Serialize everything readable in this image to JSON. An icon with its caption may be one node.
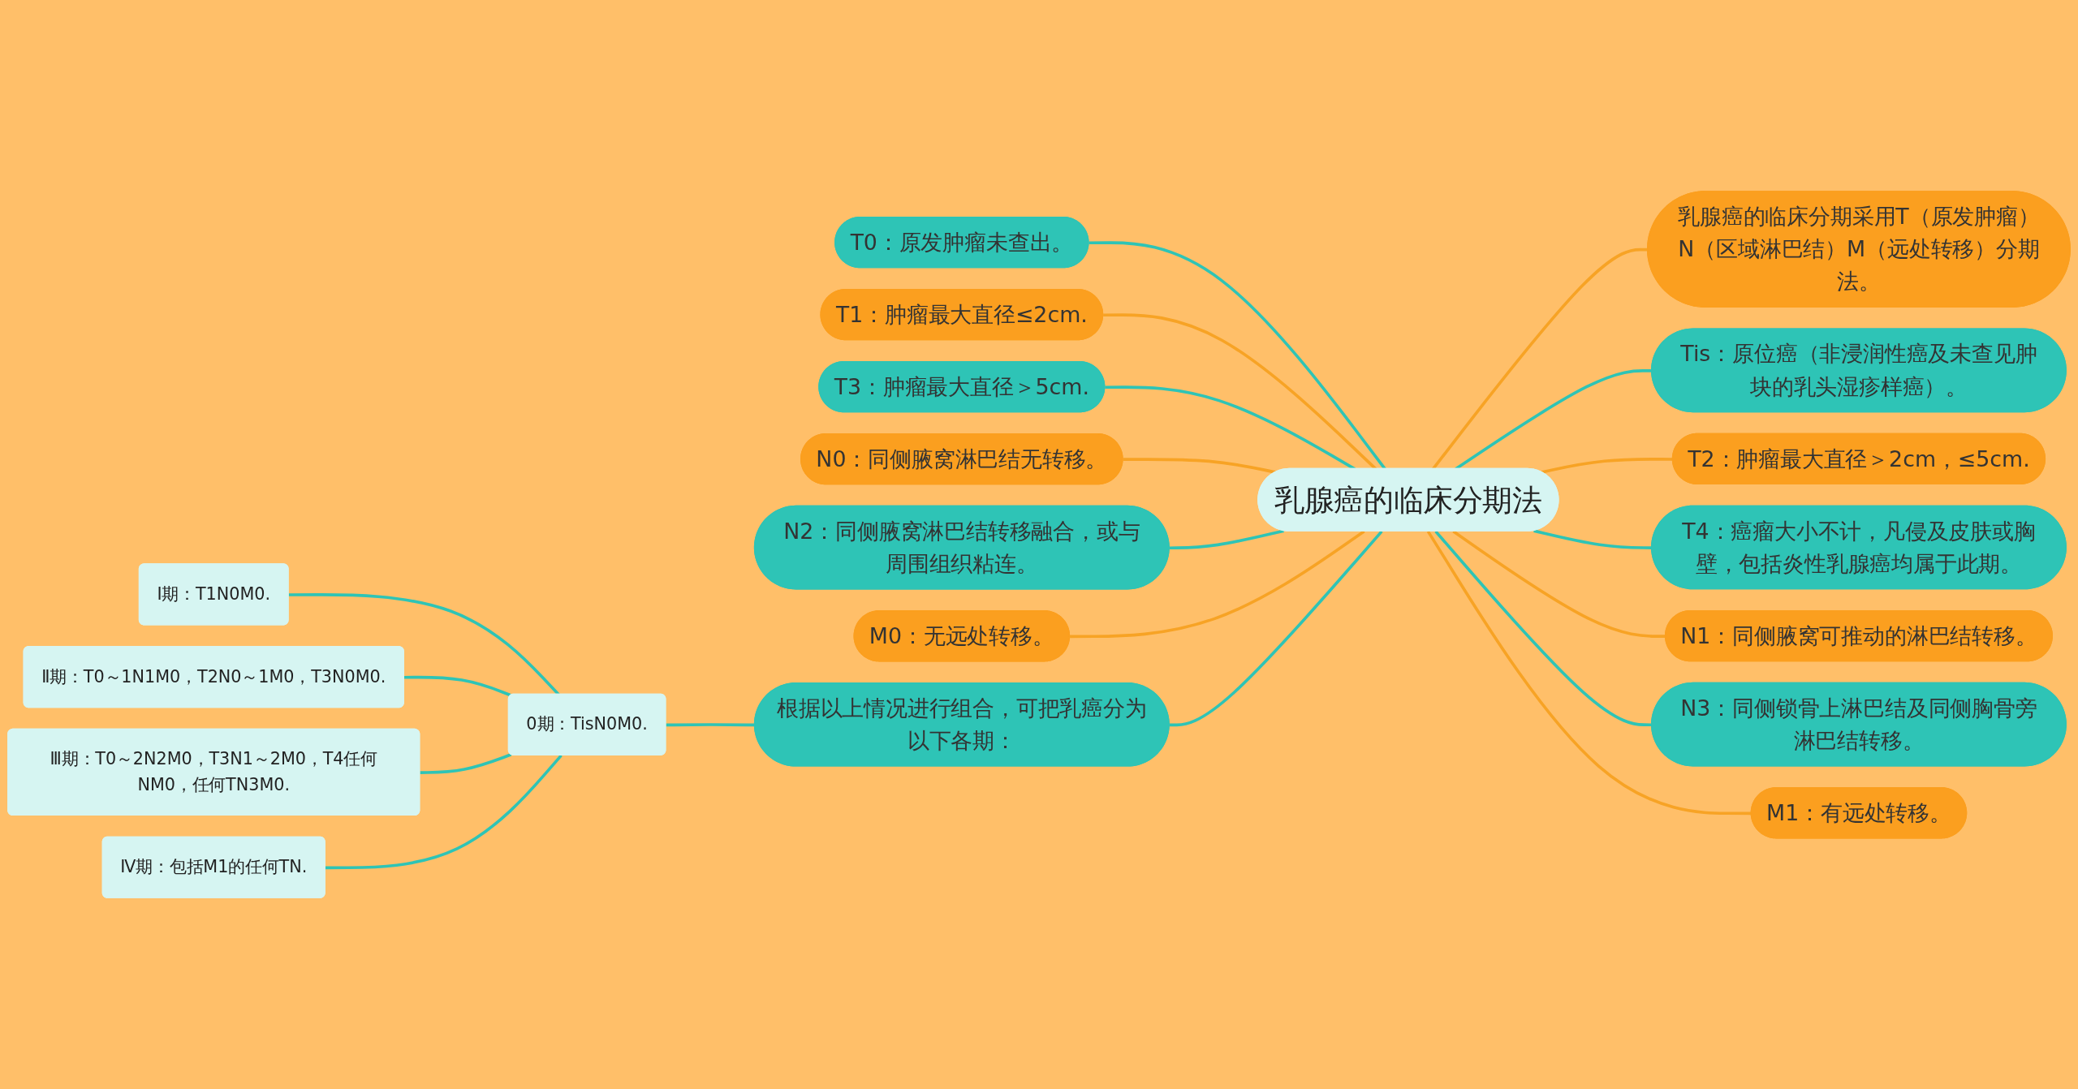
{
  "diagram": {
    "nodes": [
      {
        "text": [
          "乳腺癌的临床分期法"
        ]
      },
      {
        "text": [
          "T0：原发肿瘤未查出。"
        ]
      },
      {
        "text": [
          "T1：肿瘤最大直径≤2cm."
        ]
      },
      {
        "text": [
          "T3：肿瘤最大直径＞5cm."
        ]
      },
      {
        "text": [
          "N0：同侧腋窝淋巴结无转移。"
        ]
      },
      {
        "text": [
          "N2：同侧腋窝淋巴结转移融合，或与周围组织粘连。"
        ]
      },
      {
        "text": [
          "M0：无远处转移。"
        ]
      },
      {
        "text": [
          "根据以上情况进行组合，可把乳癌分为以下各期："
        ]
      },
      {
        "text": [
          "0期：TisN0M0."
        ]
      },
      {
        "text": [
          "Ⅰ期：T1N0M0."
        ]
      },
      {
        "text": [
          "Ⅱ期：T0～1N1M0，T2N0～1M0，T3N0M0."
        ]
      },
      {
        "text": [
          "Ⅲ期：T0～2N2M0，T3N1～2M0，T4任何NM0，任何TN3M0."
        ]
      },
      {
        "text": [
          "Ⅳ期：包括M1的任何TN."
        ]
      },
      {
        "text": [
          "乳腺癌的临床分期采用T（原发肿瘤）N（区域淋巴结）M（远处转移）分期法。"
        ]
      },
      {
        "text": [
          "Tis：原位癌（非浸润性癌及未查见肿块的乳头湿疹样癌）。"
        ]
      },
      {
        "text": [
          "T2：肿瘤最大直径＞2cm，≤5cm."
        ]
      },
      {
        "text": [
          "T4：癌瘤大小不计，凡侵及皮肤或胸壁，包括炎性乳腺癌均属于此期。"
        ]
      },
      {
        "text": [
          "N1：同侧腋窝可推动的淋巴结转移。"
        ]
      },
      {
        "text": [
          "N3：同侧锁骨上淋巴结及同侧胸骨旁淋巴结转移。"
        ]
      },
      {
        "text": [
          "M1：有远处转移。"
        ]
      }
    ],
    "edges": [
      {
        "from": 1,
        "to": 0,
        "arrow": "none"
      },
      {
        "from": 2,
        "to": 0,
        "arrow": "none",
        "color": "#f7a325"
      },
      {
        "from": 3,
        "to": 0,
        "arrow": "none"
      },
      {
        "from": 4,
        "to": 0,
        "arrow": "none",
        "color": "#f7a325"
      },
      {
        "from": 5,
        "to": 0,
        "arrow": "none"
      },
      {
        "from": 6,
        "to": 0,
        "arrow": "none",
        "color": "#f7a325"
      },
      {
        "from": 7,
        "to": 0,
        "arrow": "none"
      },
      {
        "from": 8,
        "to": 7,
        "arrow": "none"
      },
      {
        "from": 9,
        "to": 8,
        "arrow": "none"
      },
      {
        "from": 10,
        "to": 8,
        "arrow": "none"
      },
      {
        "from": 11,
        "to": 8,
        "arrow": "none"
      },
      {
        "from": 12,
        "to": 8,
        "arrow": "none"
      },
      {
        "from": 0,
        "to": 13,
        "arrow": "none",
        "color": "#f7a325"
      },
      {
        "from": 0,
        "to": 14,
        "arrow": "none"
      },
      {
        "from": 0,
        "to": 15,
        "arrow": "none",
        "color": "#f7a325"
      },
      {
        "from": 0,
        "to": 16,
        "arrow": "none"
      },
      {
        "from": 0,
        "to": 17,
        "arrow": "none",
        "color": "#f7a325"
      },
      {
        "from": 0,
        "to": 18,
        "arrow": "none"
      },
      {
        "from": 0,
        "to": 19,
        "arrow": "none",
        "color": "#f7a325"
      }
    ]
  }
}
